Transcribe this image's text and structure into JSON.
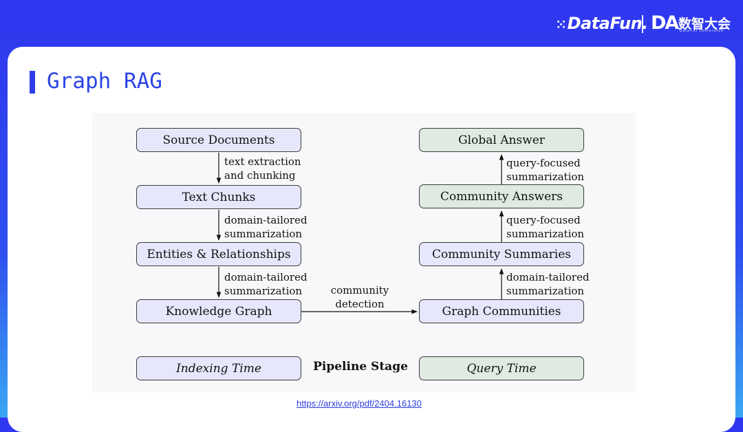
{
  "header": {
    "logo_datafun": "DataFun.",
    "logo_da": "DA",
    "logo_cn": "数智大会",
    "logo_sub": "Data+AI Conference"
  },
  "slide": {
    "title": "Graph RAG",
    "source_link": "https://arxiv.org/pdf/2404.16130"
  },
  "diagram": {
    "indexing_nodes": [
      "Source Documents",
      "Text Chunks",
      "Entities & Relationships",
      "Knowledge Graph"
    ],
    "query_nodes": [
      "Global Answer",
      "Community Answers",
      "Community Summaries",
      "Graph Communities"
    ],
    "indexing_edges": [
      [
        "text extraction",
        "and chunking"
      ],
      [
        "domain-tailored",
        "summarization"
      ],
      [
        "domain-tailored",
        "summarization"
      ]
    ],
    "query_edges": [
      [
        "query-focused",
        "summarization"
      ],
      [
        "query-focused",
        "summarization"
      ],
      [
        "domain-tailored",
        "summarization"
      ]
    ],
    "bridge_edge": [
      "community",
      "detection"
    ],
    "legend": {
      "indexing": "Indexing Time",
      "stage": "Pipeline Stage",
      "query": "Query Time"
    },
    "colors": {
      "indexing_fill": "#e6e7fa",
      "query_fill": "#dfeae2",
      "accent": "#2b44e6"
    }
  }
}
